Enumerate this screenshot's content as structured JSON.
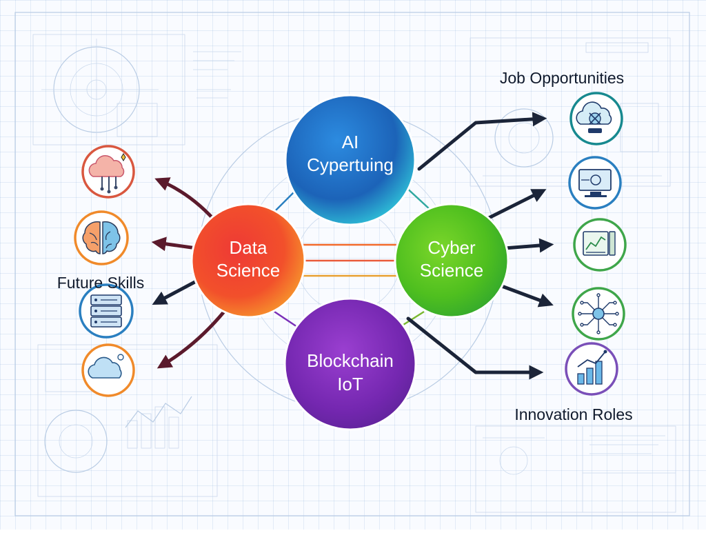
{
  "nodes": {
    "ai": {
      "line1": "AI",
      "line2": "Cypertuing"
    },
    "data_science": {
      "line1": "Data",
      "line2": "Science"
    },
    "cyber_science": {
      "line1": "Cyber",
      "line2": "Science"
    },
    "blockchain": {
      "line1": "Blockchain",
      "line2": "IoT"
    }
  },
  "sections": {
    "future_skills": "Future Skills",
    "job_opportunities": "Job Opportunities",
    "innovation_roles": "Innovation Roles"
  },
  "left_icons": [
    "cloud-network-icon",
    "brain-icon",
    "server-icon",
    "cloud-icon"
  ],
  "right_icons": [
    "cloud-tools-icon",
    "monitor-icon",
    "analytics-panel-icon",
    "circuit-icon",
    "bar-chart-icon"
  ],
  "colors": {
    "ai": "#1f6fc6",
    "data_science": "#f0502a",
    "cyber_science": "#58c21e",
    "blockchain": "#7a2fb8",
    "ring_red": "#d9573f",
    "ring_orange": "#f08a2a",
    "ring_blue": "#2a7fc0",
    "ring_teal": "#17898f",
    "ring_green": "#3fa64a",
    "ring_purple": "#7a4fb8"
  }
}
